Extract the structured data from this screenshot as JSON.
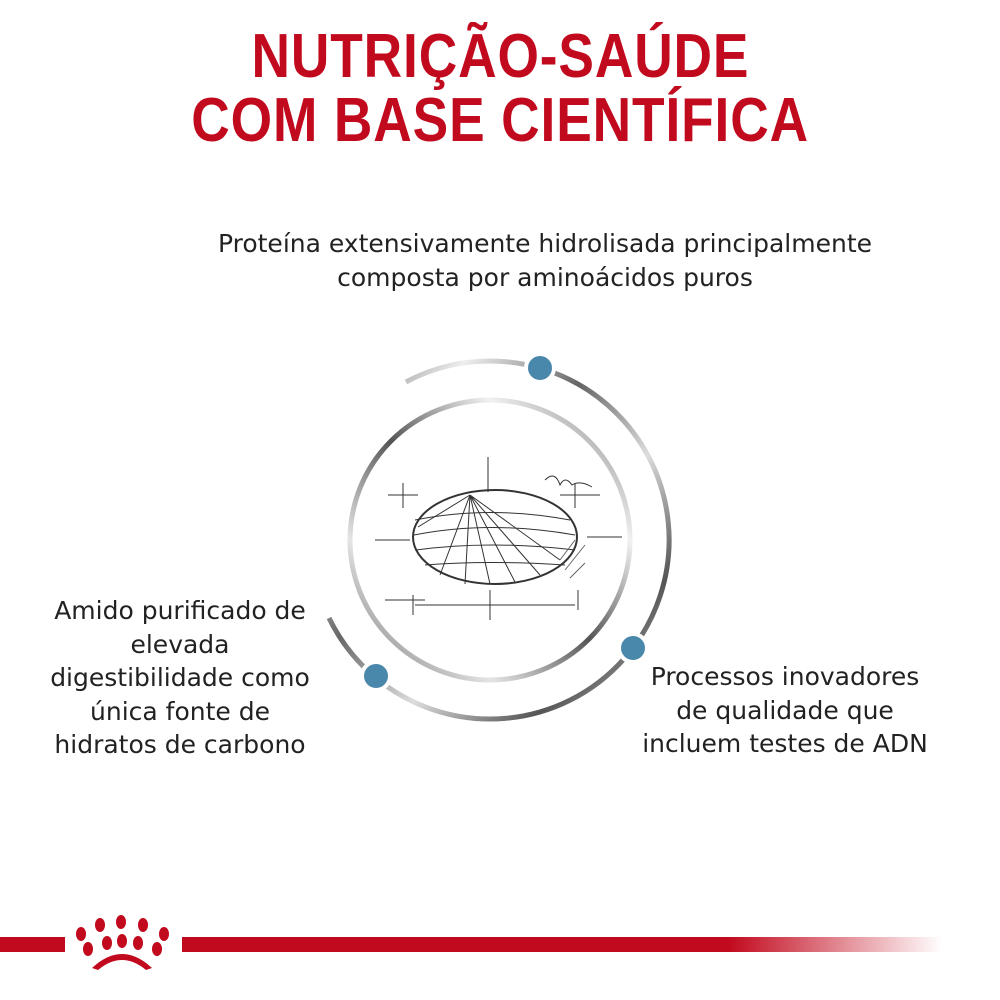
{
  "title": {
    "line1": "NUTRIÇÃO-SAÚDE",
    "line2": "COM BASE CIENTÍFICA"
  },
  "features": [
    {
      "text": "Proteína extensivamente hidrolisada principalmente composta por aminoácidos puros"
    },
    {
      "text": "Amido purificado de elevada digestibilidade como única fonte de hidratos de carbono"
    },
    {
      "text": "Processos inovadores de qualidade que incluem testes de ADN"
    }
  ],
  "colors": {
    "brand_red": "#c20a1e",
    "dot_blue": "#4a88ab"
  }
}
